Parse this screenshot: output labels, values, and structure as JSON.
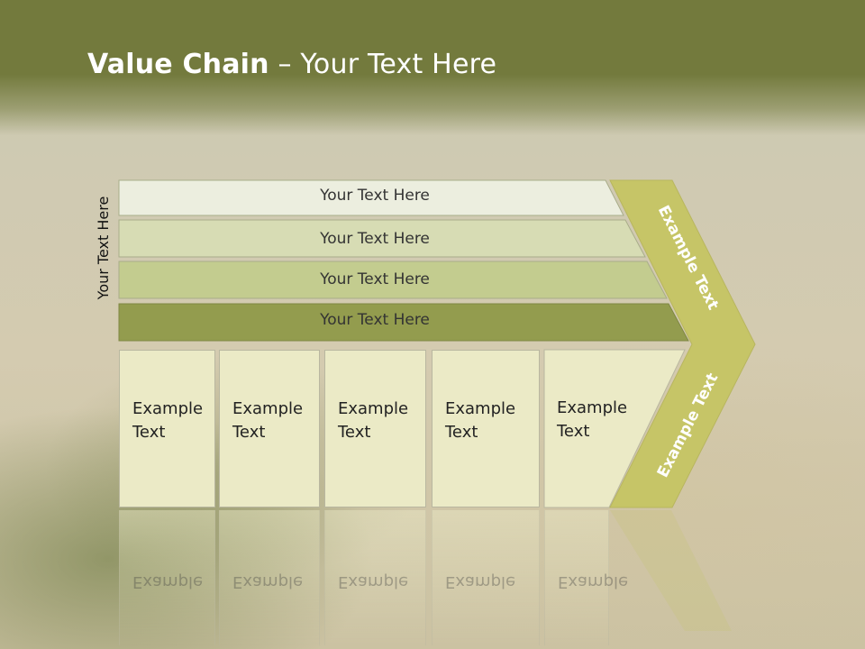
{
  "title": {
    "bold": "Value Chain",
    "rest": " – Your Text Here"
  },
  "side_label": "Your Text Here",
  "bars": [
    {
      "label": "Your Text Here"
    },
    {
      "label": "Your Text Here"
    },
    {
      "label": "Your Text Here"
    },
    {
      "label": "Your Text Here"
    }
  ],
  "boxes": [
    {
      "line1": "Example",
      "line2": "Text"
    },
    {
      "line1": "Example",
      "line2": "Text"
    },
    {
      "line1": "Example",
      "line2": "Text"
    },
    {
      "line1": "Example",
      "line2": "Text"
    },
    {
      "line1": "Example",
      "line2": "Text"
    }
  ],
  "chevron": {
    "upper_text": "Example Text",
    "lower_text": "Example Text"
  },
  "colors": {
    "header": "#737a3d",
    "bar1": "#eceedf",
    "bar2": "#d7dcb4",
    "bar3": "#c3cc8f",
    "bar4": "#939c4e",
    "chevron": "#c6c567",
    "box": "#ebeac6"
  }
}
